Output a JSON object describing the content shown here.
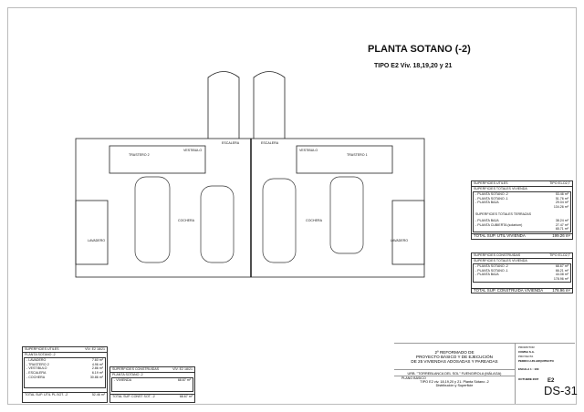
{
  "title": "PLANTA SOTANO (-2)",
  "subtitle": "TIPO E2  Viv. 18,19,20 y 21",
  "rooms": {
    "trastero2": "TRASTERO 2",
    "vestibulo_l": "VESTIBULO",
    "escalera_l": "ESCALERA",
    "escalera_r": "ESCALERA",
    "vestibulo_r": "VESTIBULO",
    "trastero1": "TRASTERO 1",
    "cochera_l": "COCHERA",
    "cochera_r": "COCHERA",
    "lavadero_l": "LAVADERO",
    "lavadero_r": "LAVADERO"
  },
  "right_utiles": {
    "header": "SUPERFICIES UTILES",
    "tag": "TIPO E1-D2,T",
    "sub": "SUPERFICIES TOTALES VIVIENDA",
    "rows": [
      {
        "label": "- PLANTA SOTANO -2",
        "value": "53.46 m²"
      },
      {
        "label": "- PLANTA SOTANO -1",
        "value": "51.76 m²"
      },
      {
        "label": "- PLANTA BAJA",
        "value": "29.04 m²"
      }
    ],
    "subtotal": "134.26 m²",
    "terr_header": "SUPERFICIES TOTALES TERRAZAS",
    "terr_rows": [
      {
        "label": "- PLANTA BAJA",
        "value": "38.24 m²"
      },
      {
        "label": "- PLANTA CUBIERTA (solarium)",
        "value": "27.47 m²"
      }
    ],
    "terr_subtotal": "65.71 m²",
    "total_label": "TOTAL SUP. UTIL VIVIENDA",
    "total": "199.26 m²"
  },
  "right_const": {
    "header": "SUPERFICIES CONSTRUIDAS",
    "tag": "TIPO E1-D2,T",
    "sub": "SUPERFICIES TOTALES VIVIENDA",
    "rows": [
      {
        "label": "- PLANTA SOTANO -2",
        "value": "68.67 m²"
      },
      {
        "label": "- PLANTA SOTANO -1",
        "value": "66.21 m²"
      },
      {
        "label": "- PLANTA BAJA",
        "value": "44.08 m²"
      }
    ],
    "subtotal": "178.96 m²",
    "total_label": "TOTAL SUP. CONSTRUIDA VIVIENDA",
    "total": "178.96 m²"
  },
  "left_utiles": {
    "header": "SUPERFICIES UTILES",
    "tag": "VIV. E2 18/21",
    "sub": "PLANTA SOTANO -2",
    "rows": [
      {
        "label": "- LAVADERO",
        "value": "7.60 m²"
      },
      {
        "label": "- TRASTERO 2",
        "value": "4.96 m²"
      },
      {
        "label": "- VESTIBULO",
        "value": "2.86 m²"
      },
      {
        "label": "- ESCALERA",
        "value": "6.19 m²"
      },
      {
        "label": "- COCHERA",
        "value": "30.86 m²"
      }
    ],
    "total_label": "TOTAL SUP. UTIL PL.SOT. -2",
    "total": "52.46 m²"
  },
  "left_const": {
    "header": "SUPERFICIES CONSTRUIDAS",
    "tag": "VIV. E2 18/21",
    "sub": "PLANTA SOTANO -2",
    "rows": [
      {
        "label": "- VIVIENDA",
        "value": "68.67 m²"
      }
    ],
    "total_label": "TOTAL SUP. CONST SOT. -2",
    "total": "68.67 m²"
  },
  "titleblock": {
    "line1": "2º REFORMADO DE",
    "line2": "PROYECTO BÁSICO Y DE EJECUCIÓN",
    "line3": "DE 25 VIVIENDAS ADOSADAS Y PAREADAS",
    "location": "URB. \"TORREBLANCA DEL SOL\" FUENGIROLA (MÁLAGA)",
    "plan_type": "PLANO BÁSICO",
    "desc1": "TIPO E2 viv. 18,19,20 y 21.  Planta Sótano -2",
    "desc2": "Distribución y Superficie",
    "promotor_label": "PROMOTOR",
    "promotor": "COMSA S.A.",
    "proyecta_label": "PROYECTA",
    "architect": "PEDRO LUIS ARQUITECTO",
    "scale": "ESCALA 1 : 100",
    "date": "OCTUBRE 2007",
    "type_code": "E2",
    "sheet": "DS-31"
  }
}
